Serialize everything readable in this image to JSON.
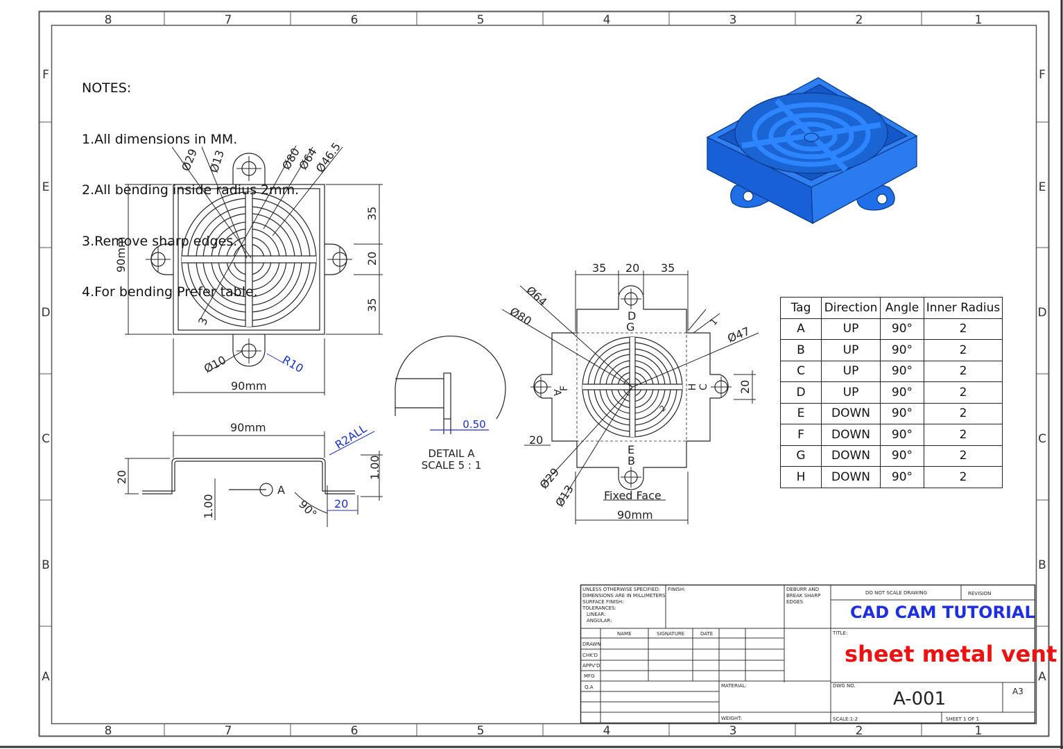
{
  "border": {
    "zones_columns": [
      "8",
      "7",
      "6",
      "5",
      "4",
      "3",
      "2",
      "1"
    ],
    "zones_rows": [
      "F",
      "E",
      "D",
      "C",
      "B",
      "A"
    ]
  },
  "notes": {
    "heading": "NOTES:",
    "items": [
      "1.All dimensions in MM.",
      "2.All bending inside radius 2mm.",
      "3.Remove sharp edges.",
      "4.For bending Prefer table."
    ]
  },
  "top_view": {
    "diameters": [
      "Ø29",
      "Ø13",
      "Ø80",
      "Ø64",
      "Ø46.5"
    ],
    "width_label": "90mm",
    "height_label": "90mm",
    "right_dims": [
      "35",
      "20",
      "35"
    ],
    "rib_label": "3",
    "hole_label": "Ø10",
    "radius_label": "R10"
  },
  "side_view": {
    "width_label": "90mm",
    "height_label": "20",
    "radius_label": "R2ALL",
    "thickness_left": "1.00",
    "thickness_right": "1.00",
    "angle_label": "90°",
    "flange_label": "20",
    "detail_callout": "A"
  },
  "detail": {
    "thickness": "0.50",
    "title": "DETAIL A",
    "scale": "SCALE 5 : 1"
  },
  "flat_view": {
    "top_dims": [
      "35",
      "20",
      "35"
    ],
    "diameters": [
      "Ø64",
      "Ø80",
      "Ø47",
      "Ø29",
      "Ø13"
    ],
    "gap_label": "1",
    "right_dim": "20",
    "left_dim": "20",
    "width_label": "90mm",
    "fixed_face": "Fixed Face",
    "small_label": "2",
    "tags": {
      "top1": "D",
      "top2": "G",
      "bottom1": "E",
      "bottom2": "B",
      "left1": "A",
      "left2": "F",
      "right1": "H",
      "right2": "C"
    }
  },
  "bend_table": {
    "headers": [
      "Tag",
      "Direction",
      "Angle",
      "Inner Radius"
    ],
    "rows": [
      [
        "A",
        "UP",
        "90°",
        "2"
      ],
      [
        "B",
        "UP",
        "90°",
        "2"
      ],
      [
        "C",
        "UP",
        "90°",
        "2"
      ],
      [
        "D",
        "UP",
        "90°",
        "2"
      ],
      [
        "E",
        "DOWN",
        "90°",
        "2"
      ],
      [
        "F",
        "DOWN",
        "90°",
        "2"
      ],
      [
        "G",
        "DOWN",
        "90°",
        "2"
      ],
      [
        "H",
        "DOWN",
        "90°",
        "2"
      ]
    ]
  },
  "title_block": {
    "spec_lines": [
      "UNLESS OTHERWISE SPECIFIED:",
      "DIMENSIONS ARE IN MILLIMETERS",
      "SURFACE FINISH:",
      "TOLERANCES:",
      "   LINEAR:",
      "   ANGULAR:"
    ],
    "finish": "FINISH:",
    "deburr_lines": [
      "DEBURR AND",
      "BREAK SHARP",
      "EDGES"
    ],
    "do_not_scale": "DO NOT SCALE DRAWING",
    "revision": "REVISION",
    "company": "CAD CAM TUTORIAL",
    "title_caption": "TITLE:",
    "title": "sheet metal vent",
    "col_name": "NAME",
    "col_signature": "SIGNATURE",
    "col_date": "DATE",
    "rows": [
      "DRAWN",
      "CHK'D",
      "APPV'D",
      "MFG",
      "Q.A"
    ],
    "material": "MATERIAL:",
    "weight": "WEIGHT:",
    "dwg_no_caption": "DWG NO.",
    "dwg_no": "A-001",
    "size": "A3",
    "scale": "SCALE:1:2",
    "sheet": "SHEET 1 OF 1"
  },
  "colors": {
    "line": "#111111",
    "dimension_blue": "#1a2fd0",
    "company_blue": "#1d2fe0",
    "title_red": "#ee1111",
    "model_blue": "#1f6fe8"
  }
}
